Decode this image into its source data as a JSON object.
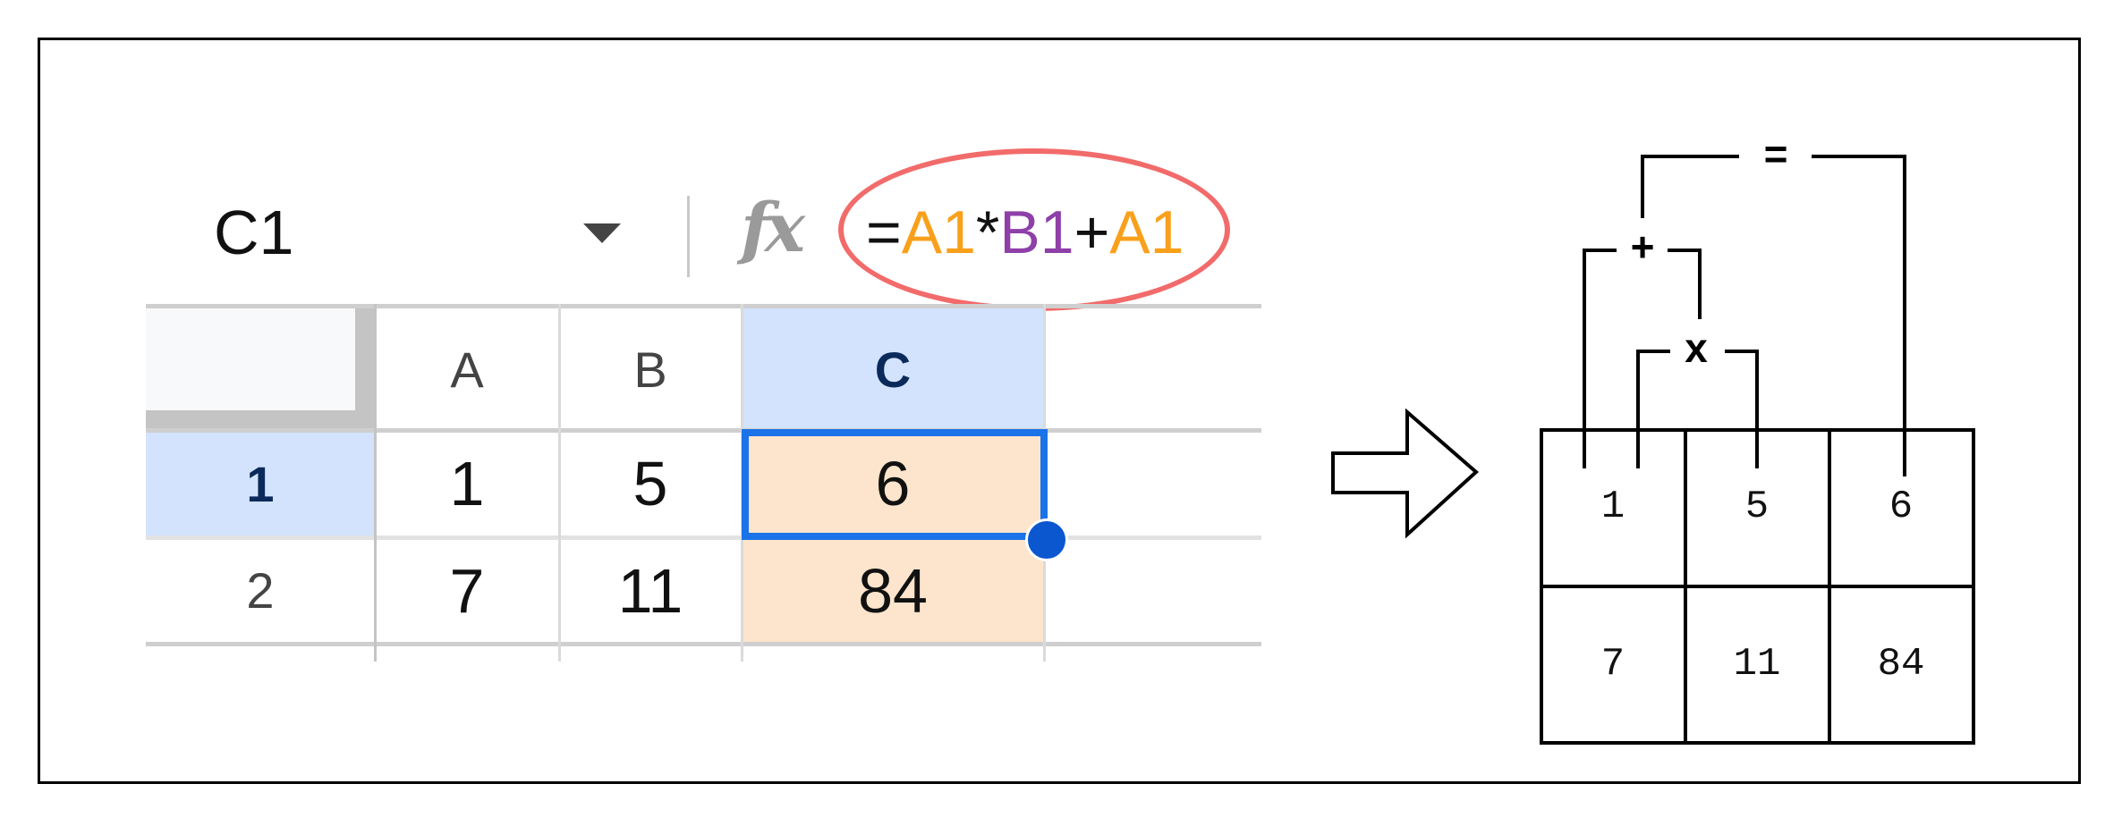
{
  "spreadsheet": {
    "name_box": "C1",
    "fx_label": "fx",
    "formula": {
      "eq": "=",
      "t1": "A1",
      "op1": "*",
      "t2": "B1",
      "op2": "+",
      "t3": "A1"
    },
    "columns": [
      "A",
      "B",
      "C"
    ],
    "rows": [
      {
        "header": "1",
        "cells": [
          "1",
          "5",
          "6"
        ]
      },
      {
        "header": "2",
        "cells": [
          "7",
          "11",
          "84"
        ]
      }
    ],
    "selected_cell": "C1"
  },
  "diagram": {
    "operators": {
      "equals": "=",
      "plus": "+",
      "times": "x"
    },
    "table": [
      [
        "1",
        "5",
        "6"
      ],
      [
        "7",
        "11",
        "84"
      ]
    ]
  },
  "colors": {
    "ref_a": "#f9a01b",
    "ref_b": "#8e3fa8",
    "highlight_ellipse": "#f26b6b",
    "selection": "#1a73e8",
    "header_selected": "#d3e3fd",
    "formula_range_fill": "#fce5cc"
  }
}
